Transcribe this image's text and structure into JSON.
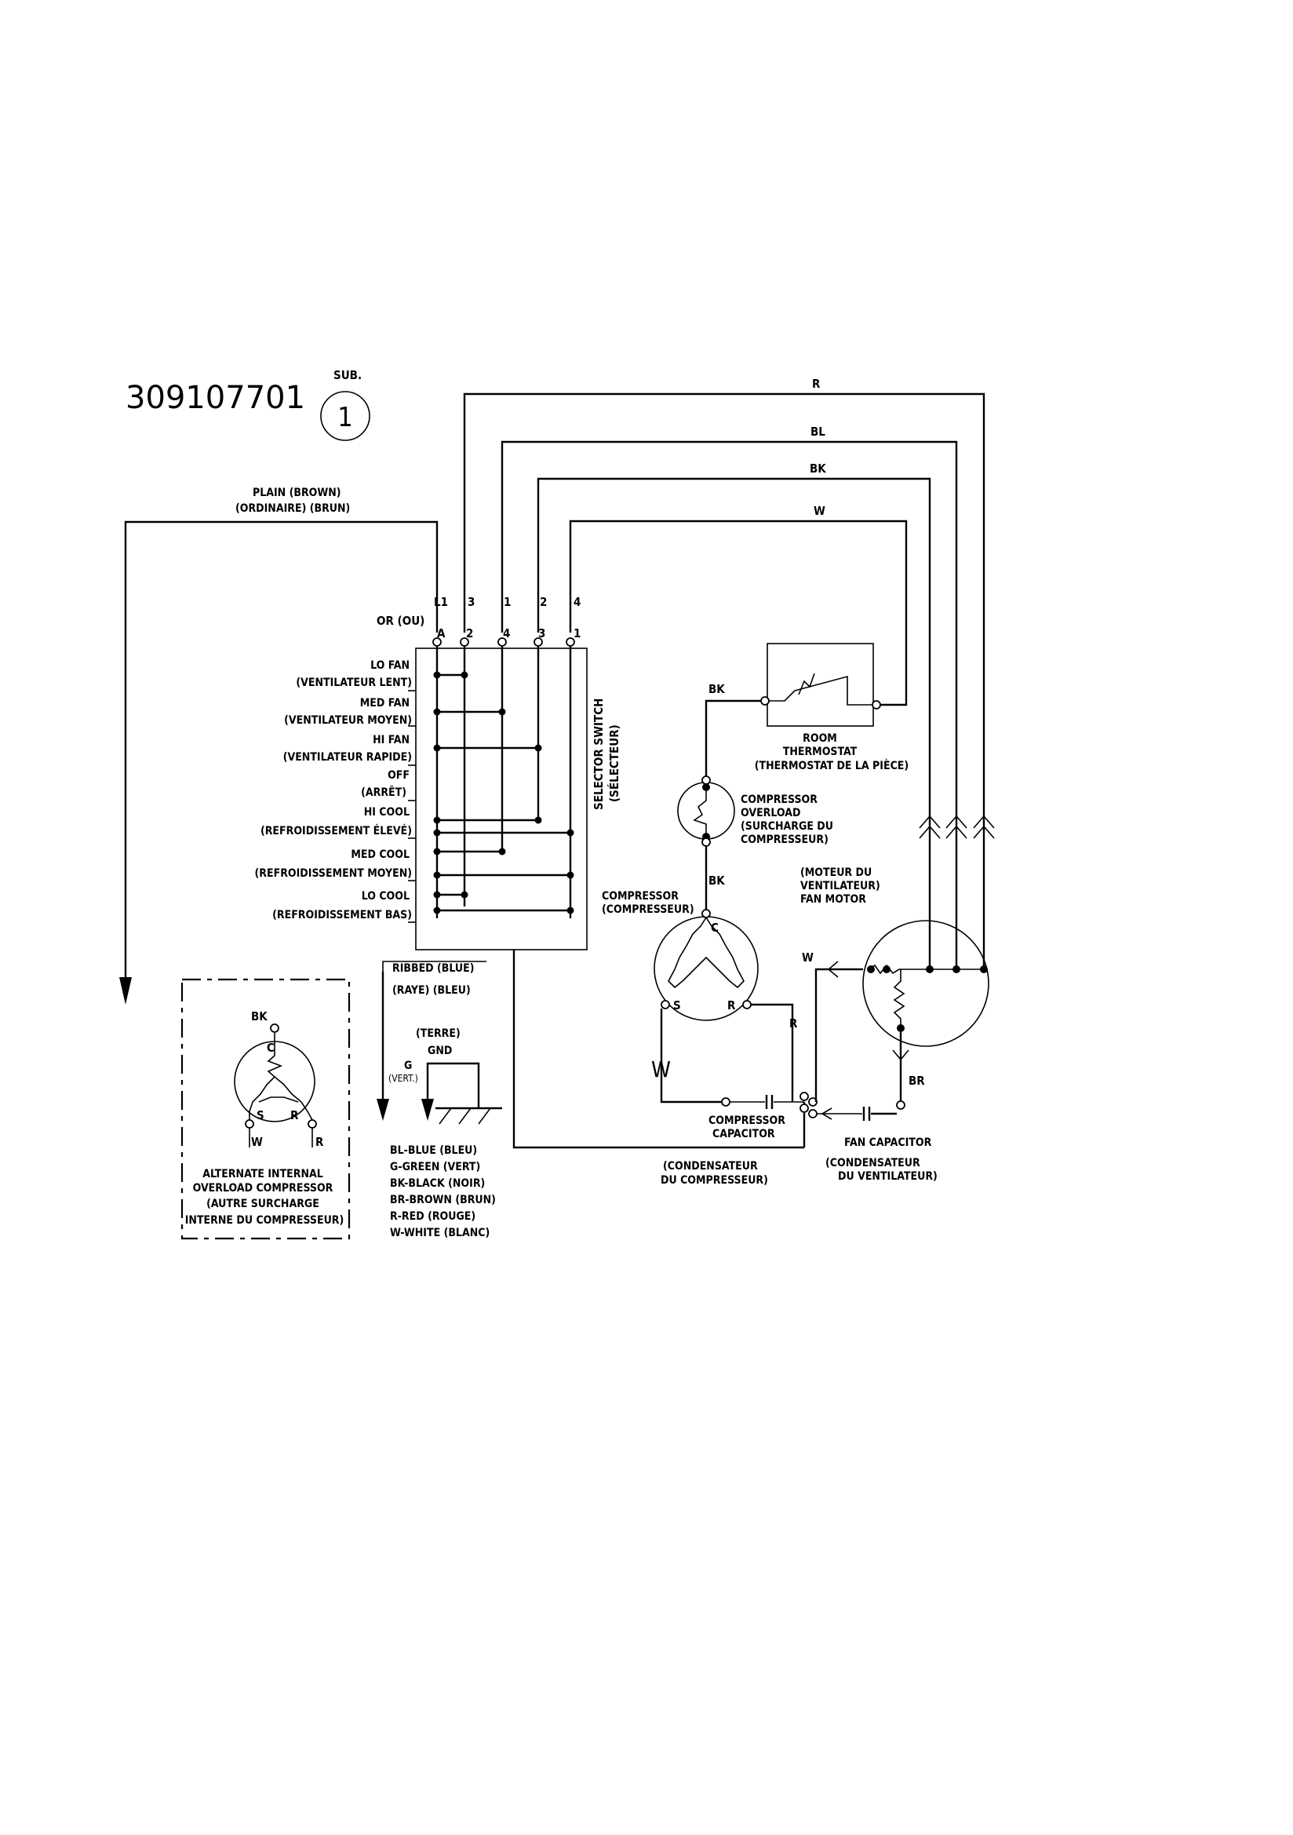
{
  "part_number": "309107701",
  "sub_label": "SUB.",
  "sub_number": "1",
  "wires_top": {
    "r": "R",
    "bl": "BL",
    "bk": "BK",
    "w": "W"
  },
  "plain_wire": {
    "line1": "PLAIN   (BROWN)",
    "line2": "(ORDINAIRE)    (BRUN)"
  },
  "terminals": {
    "or_label": "OR (OU)",
    "top": [
      "L1",
      "3",
      "1",
      "2",
      "4"
    ],
    "bottom": [
      "A",
      "2",
      "4",
      "3",
      "1"
    ]
  },
  "selector_switch": {
    "line1": "SELECTOR SWITCH",
    "line2": "(SÉLECTEUR)"
  },
  "positions": [
    {
      "en": "LO FAN",
      "fr": "(VENTILATEUR LENT)"
    },
    {
      "en": "MED FAN",
      "fr": "(VENTILATEUR MOYEN)"
    },
    {
      "en": "HI FAN",
      "fr": "(VENTILATEUR RAPIDE)"
    },
    {
      "en": "OFF",
      "fr": "(ARRÊT)"
    },
    {
      "en": "HI COOL",
      "fr": "(REFROIDISSEMENT ÉLEVÉ)"
    },
    {
      "en": "MED COOL",
      "fr": "(REFROIDISSEMENT MOYEN)"
    },
    {
      "en": "LO COOL",
      "fr": "(REFROIDISSEMENT BAS)"
    }
  ],
  "thermostat": {
    "wire": "BK",
    "line1": "ROOM",
    "line2": "THERMOSTAT",
    "line3": "(THERMOSTAT DE LA PIÈCE)"
  },
  "overload": {
    "line1": "COMPRESSOR",
    "line2": "OVERLOAD",
    "line3": "(SURCHARGE DU",
    "line4": "COMPRESSEUR)",
    "wire": "BK"
  },
  "compressor": {
    "line1": "COMPRESSOR",
    "line2": "(COMPRESSEUR)",
    "c": "C",
    "s": "S",
    "r": "R",
    "r_wire": "R",
    "w_wire": "W"
  },
  "fan_motor": {
    "line1": "(MOTEUR DU",
    "line2": "VENTILATEUR)",
    "line3": "FAN MOTOR",
    "w_wire": "W",
    "br_wire": "BR"
  },
  "comp_capacitor": {
    "line1": "COMPRESSOR",
    "line2": "CAPACITOR",
    "fr1": "(CONDENSATEUR",
    "fr2": "DU COMPRESSEUR)"
  },
  "fan_capacitor": {
    "line1": "FAN CAPACITOR",
    "fr1": "(CONDENSATEUR",
    "fr2": "DU VENTILATEUR)"
  },
  "ribbed": {
    "line1": "RIBBED   (BLUE)",
    "line2": "(RAYE)    (BLEU)"
  },
  "ground": {
    "terre": "(TERRE)",
    "gnd": "GND",
    "g": "G",
    "vert": "(VERT.)"
  },
  "legend": [
    "BL-BLUE (BLEU)",
    "G-GREEN (VERT)",
    "BK-BLACK (NOIR)",
    "BR-BROWN (BRUN)",
    "R-RED (ROUGE)",
    "W-WHITE (BLANC)"
  ],
  "alternate": {
    "bk": "BK",
    "c": "C",
    "s": "S",
    "r": "R",
    "w_wire": "W",
    "r_wire": "R",
    "line1": "ALTERNATE INTERNAL",
    "line2": "OVERLOAD COMPRESSOR",
    "line3": "(AUTRE SURCHARGE",
    "line4": "INTERNE DU COMPRESSEUR)"
  }
}
